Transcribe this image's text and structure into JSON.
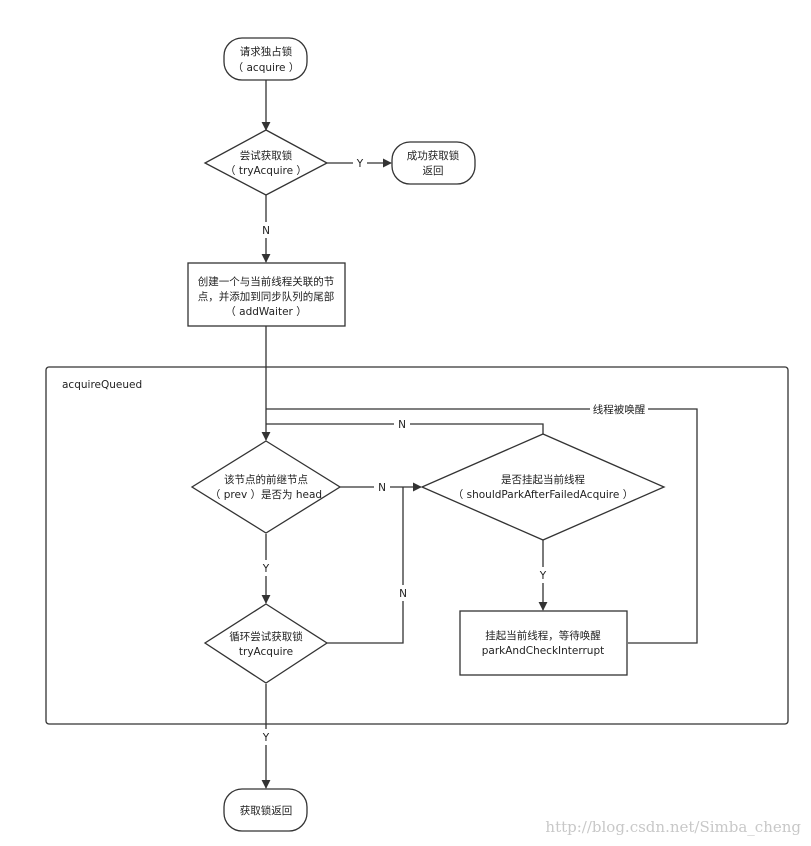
{
  "nodes": {
    "start": {
      "line1": "请求独占锁",
      "line2": "（ acquire ）"
    },
    "try_acquire": {
      "line1": "尝试获取锁",
      "line2": "（ tryAcquire ）"
    },
    "success_return": {
      "line1": "成功获取锁",
      "line2": "返回"
    },
    "add_waiter": {
      "line1": "创建一个与当前线程关联的节",
      "line2": "点，并添加到同步队列的尾部",
      "line3": "（ addWaiter ）"
    },
    "prev_is_head": {
      "line1": "该节点的前继节点",
      "line2": "（ prev ）是否为 head"
    },
    "should_park": {
      "line1": "是否挂起当前线程",
      "line2": "（ shouldParkAfterFailedAcquire ）"
    },
    "loop_try_acquire": {
      "line1": "循环尝试获取锁",
      "line2": "tryAcquire"
    },
    "park": {
      "line1": "挂起当前线程，等待唤醒",
      "line2": "parkAndCheckInterrupt"
    },
    "end": {
      "line1": "获取锁返回"
    }
  },
  "group": {
    "label": "acquireQueued"
  },
  "edge_labels": {
    "try_yes": "Y",
    "try_no": "N",
    "head_no": "N",
    "park_no": "N",
    "head_yes": "Y",
    "loop_no": "N",
    "should_park_yes": "Y",
    "woken": "线程被唤醒",
    "loop_yes": "Y"
  },
  "watermark": "http://blog.csdn.net/Simba_cheng",
  "colors": {
    "stroke": "#333333",
    "fill": "#ffffff",
    "watermark": "#c8c8c8"
  }
}
